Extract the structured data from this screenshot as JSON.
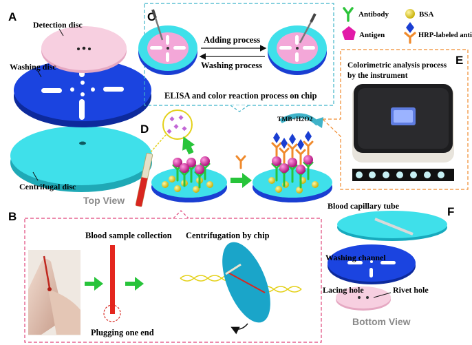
{
  "panels": {
    "a": "A",
    "b": "B",
    "c": "C",
    "d": "D",
    "e": "E",
    "f": "F"
  },
  "panel_a": {
    "detection_disc": "Detection disc",
    "washing_disc": "Washing disc",
    "centrifugal_disc": "Centrifugal disc",
    "view": "Top View"
  },
  "panel_c": {
    "adding": "Adding process",
    "washing": "Washing process",
    "caption": "ELISA and color reaction process on chip"
  },
  "legend": {
    "antibody": "Antibody",
    "bsa": "BSA",
    "antigen": "Antigen",
    "hrp": "HRP-labeled antibody"
  },
  "panel_d": {
    "reagent": "TMB+H2O2"
  },
  "panel_e": {
    "line1": "Colorimetric analysis process",
    "line2": "by the instrument"
  },
  "panel_b": {
    "collection": "Blood sample collection",
    "plugging": "Plugging one end",
    "centrifugation": "Centrifugation by chip"
  },
  "panel_f": {
    "capillary": "Blood capillary tube",
    "channel": "Washing channel",
    "lacing": "Lacing hole",
    "rivet": "Rivet hole",
    "view": "Bottom View"
  },
  "colors": {
    "pink_disc": "#f6c9dc",
    "blue_disc": "#1b3fd6",
    "cyan_disc": "#38dce8",
    "magenta": "#e21aa8",
    "bsa_yellow": "#e4d11a",
    "green": "#27c43a",
    "orange_frame": "#f08a2c",
    "pink_frame": "#e0457a",
    "teal_frame": "#3fb3c9"
  }
}
